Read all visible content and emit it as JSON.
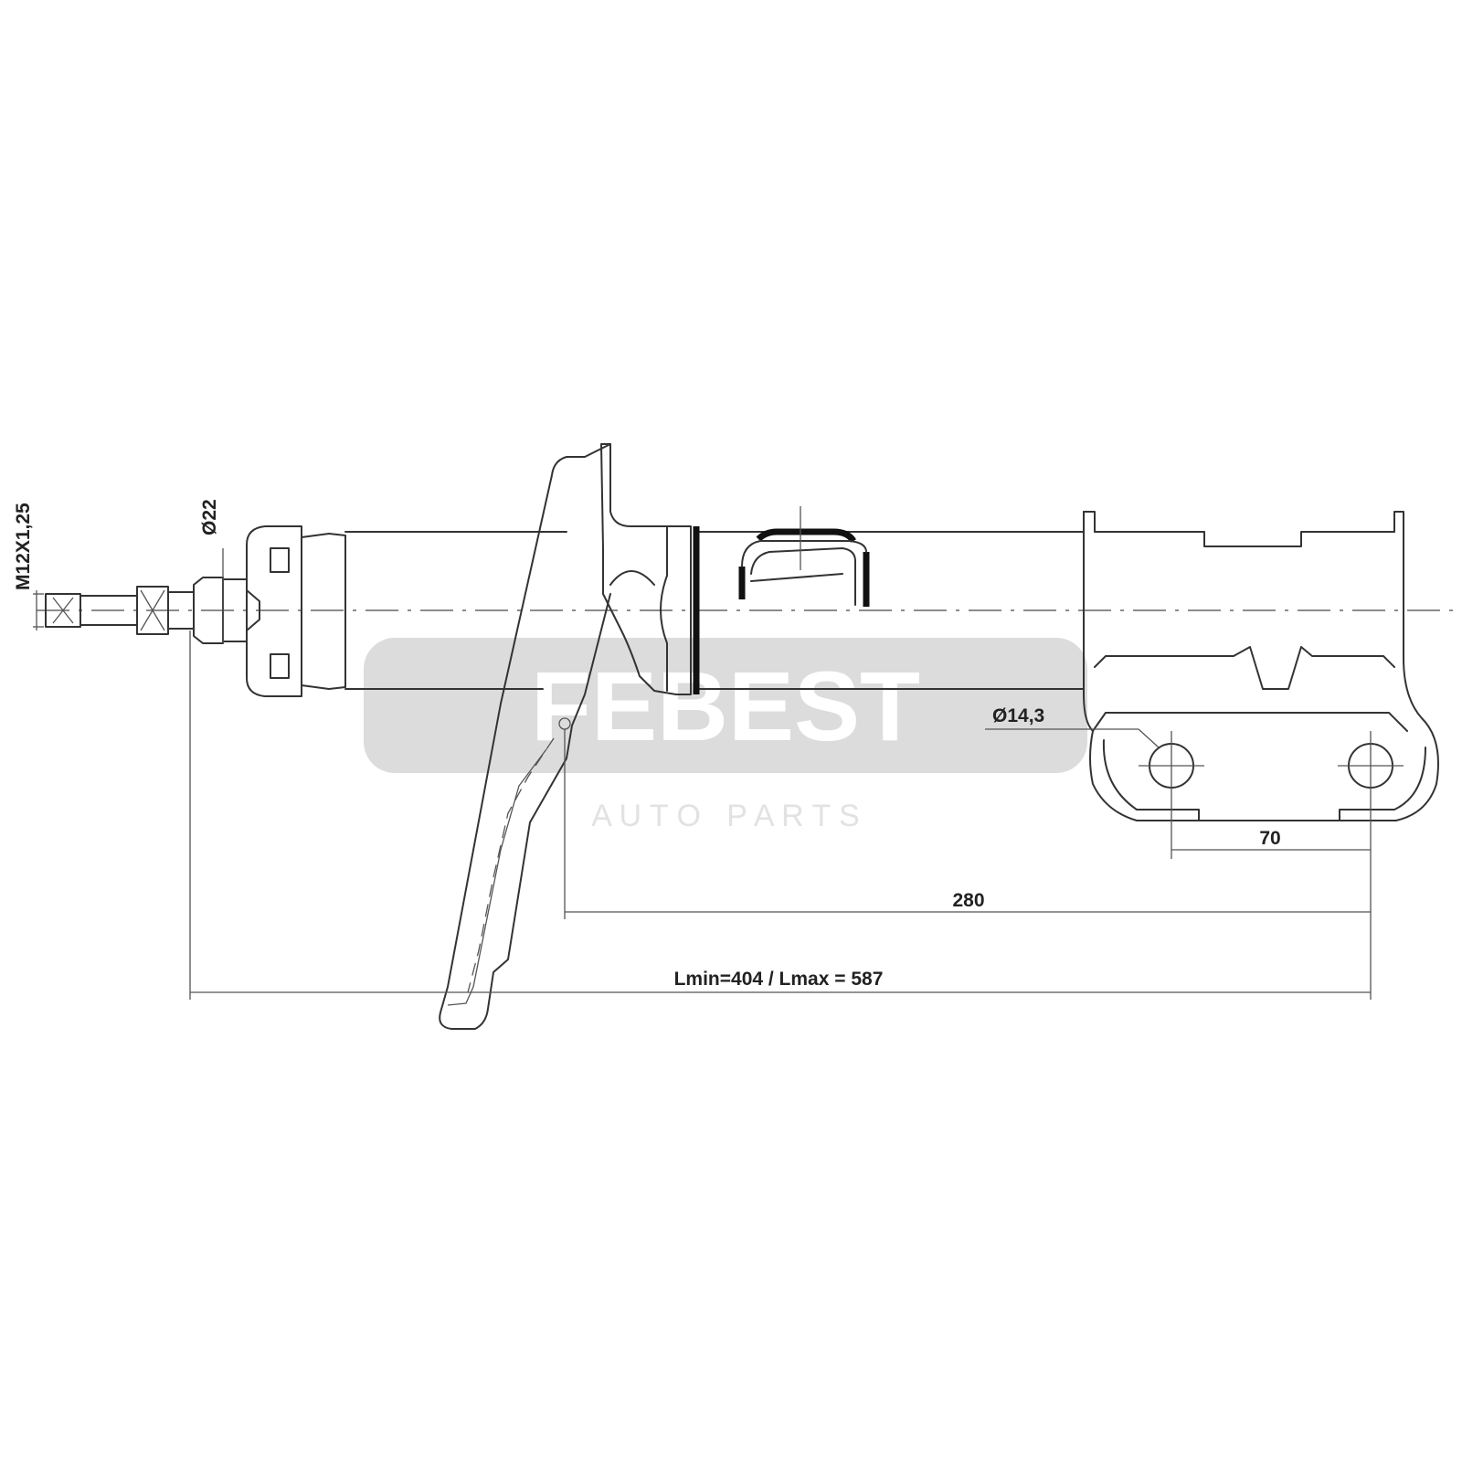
{
  "watermark": {
    "brand": "FEBEST",
    "tagline": "A U T O   P A R T S"
  },
  "dimensions": {
    "thread": "M12X1,25",
    "rod_diameter": "Ø22",
    "hole_diameter": "Ø14,3",
    "hole_spacing": "70",
    "mount_distance": "280",
    "length": "Lmin=404 / Lmax = 587"
  },
  "colors": {
    "line": "#333333",
    "watermark": "#dcdcdc"
  }
}
